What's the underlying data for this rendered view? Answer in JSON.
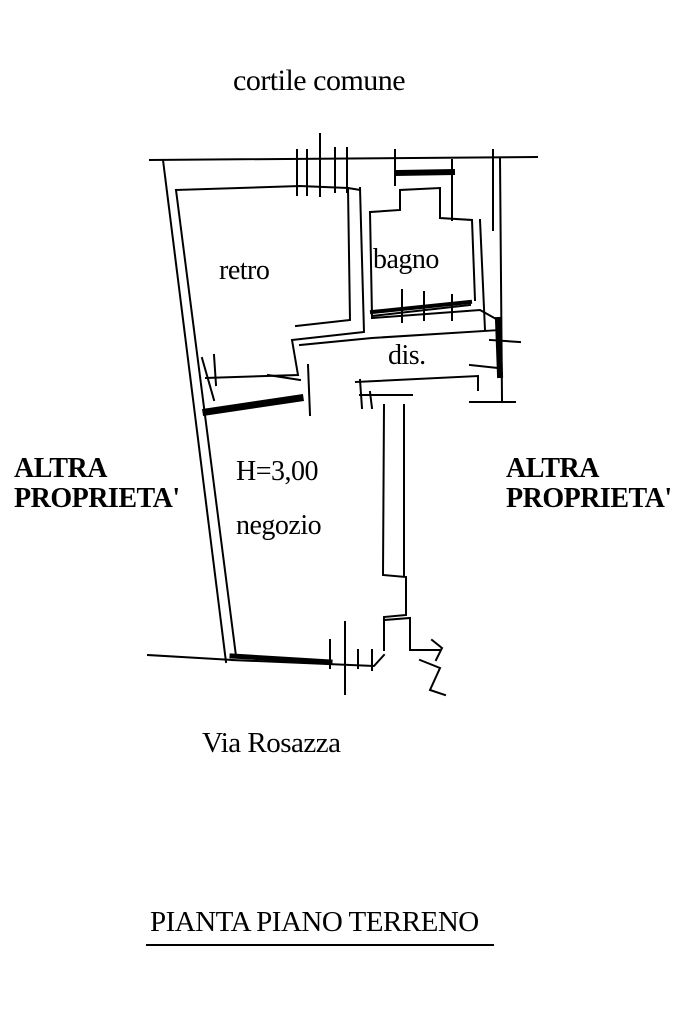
{
  "plan": {
    "top_label": "cortile comune",
    "bottom_label": "Via Rosazza",
    "left_label": [
      "ALTRA",
      "PROPRIETA'"
    ],
    "right_label": [
      "ALTRA",
      "PROPRIETA'"
    ],
    "rooms": {
      "retro": "retro",
      "bagno": "bagno",
      "dis": "dis.",
      "height": "H=3,00",
      "negozio": "negozio"
    },
    "title": "PIANTA PIANO TERRENO"
  },
  "colors": {
    "ink": "#000000",
    "background": "#ffffff"
  }
}
